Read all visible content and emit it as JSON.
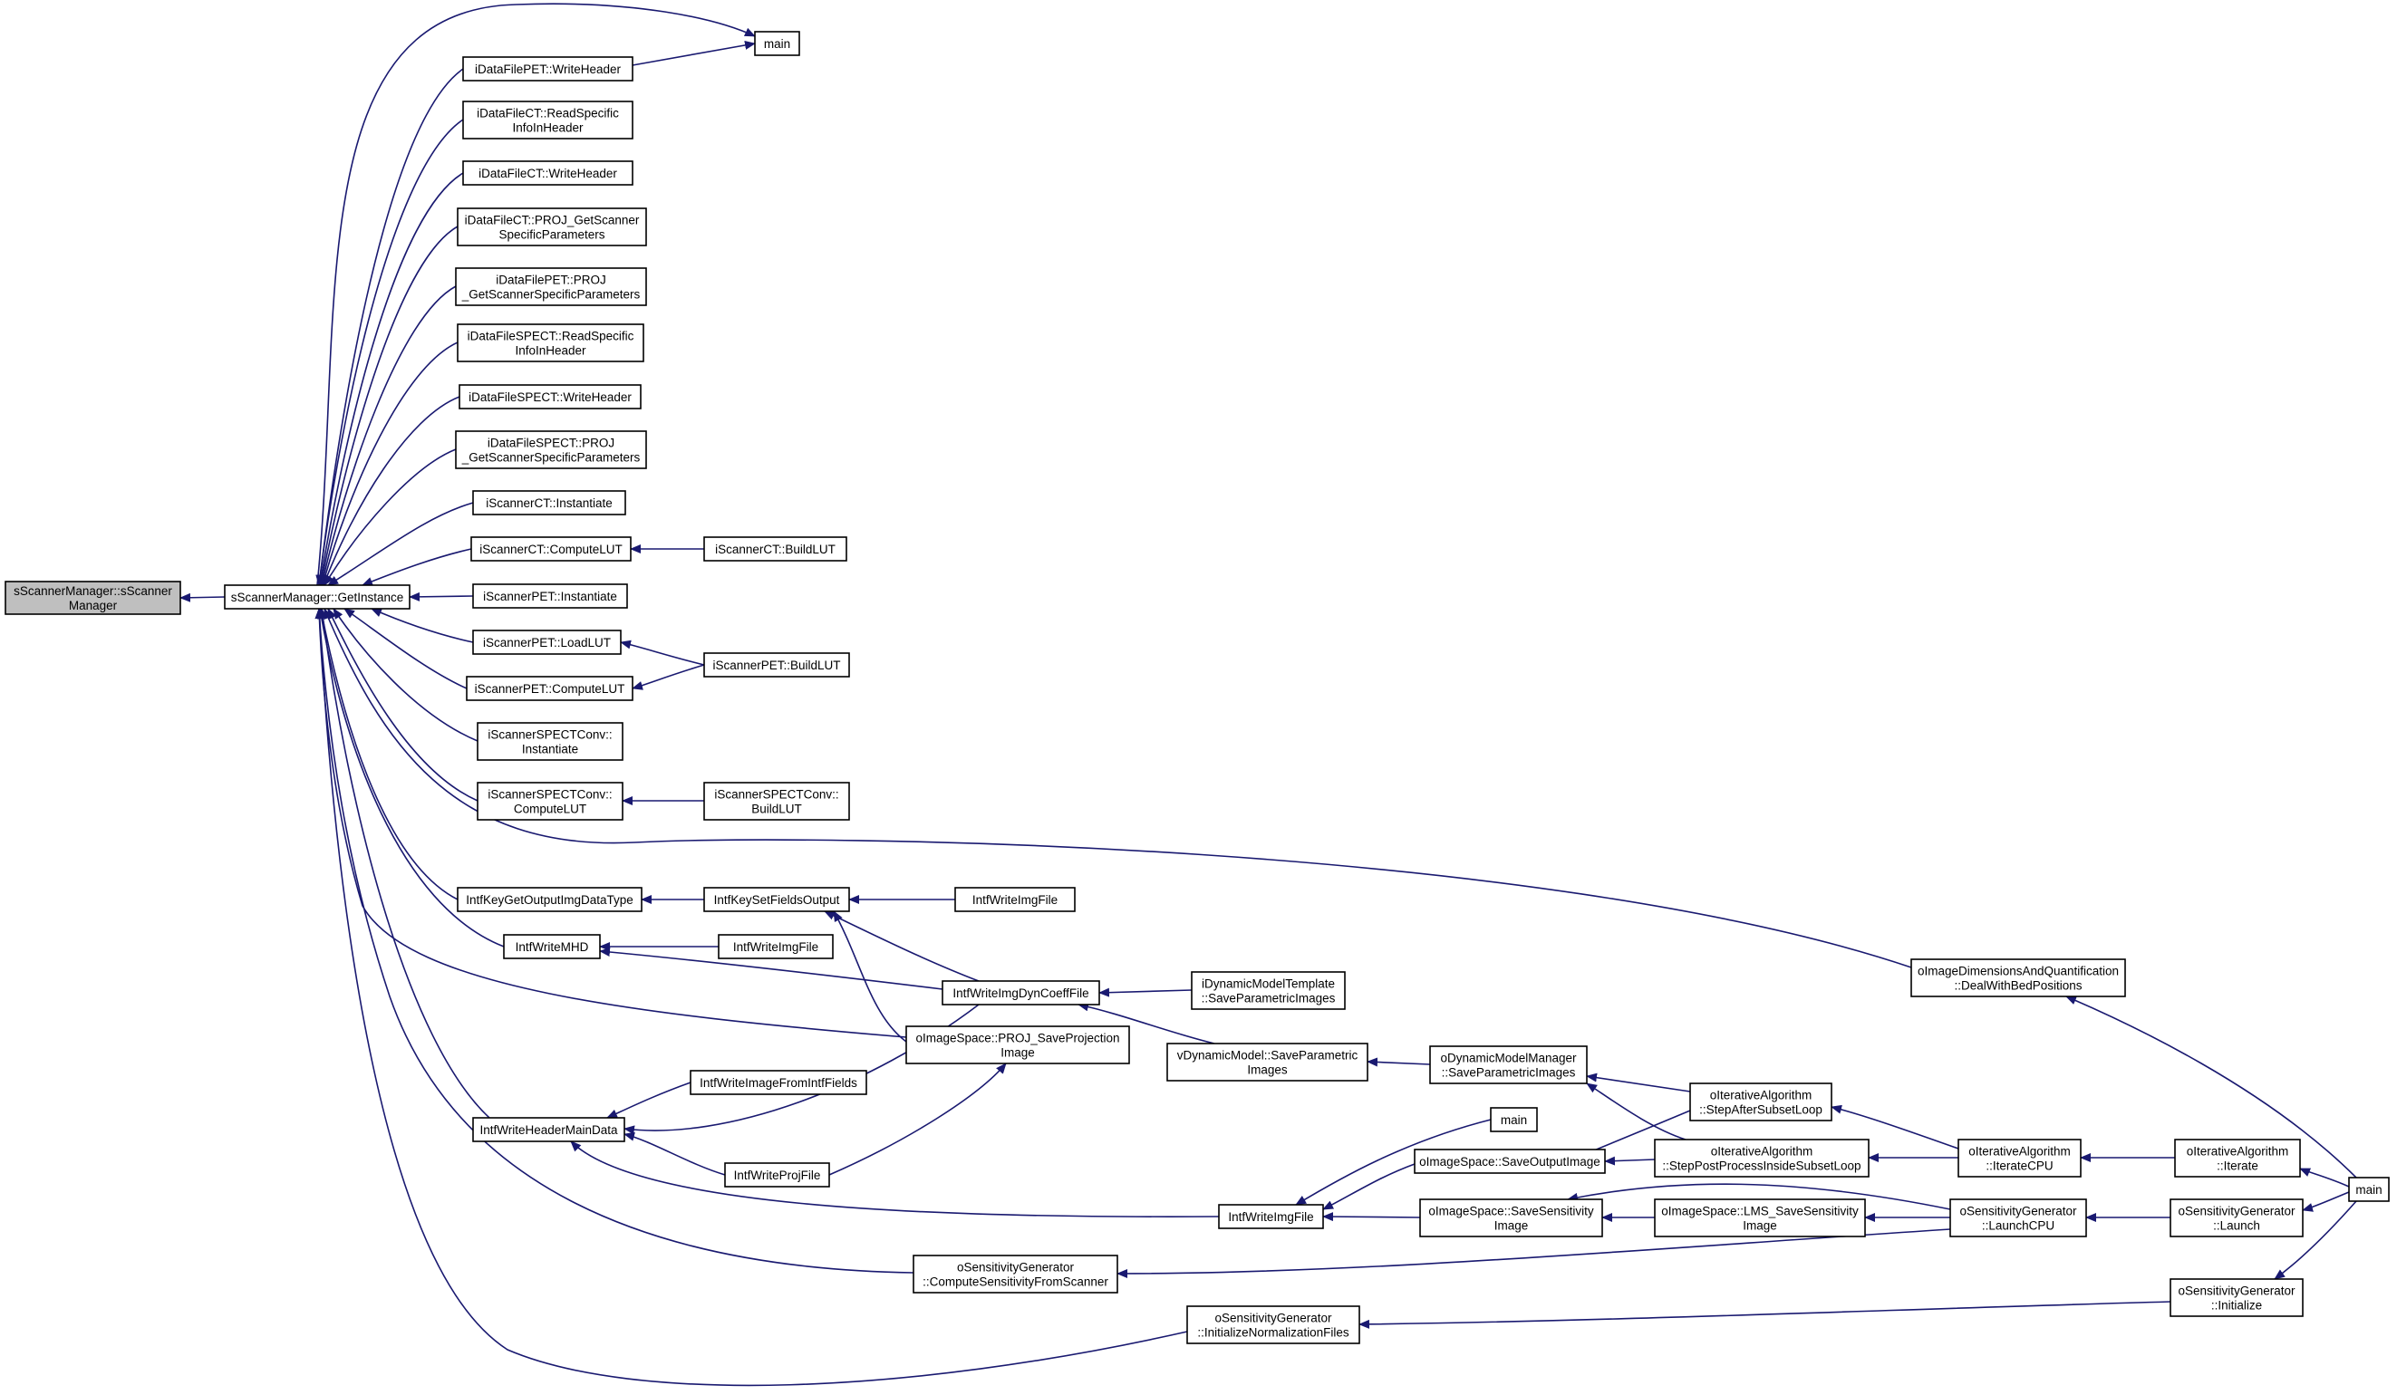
{
  "graph": {
    "root_fill": "#bfbfbf",
    "node_fill": "#ffffff",
    "edge_color": "#191970",
    "nodes": {
      "root": [
        "sScannerManager::sScanner",
        "Manager"
      ],
      "getInstance": [
        "sScannerManager::GetInstance"
      ],
      "main1": [
        "main"
      ],
      "dfPetWriteHeader": [
        "iDataFilePET::WriteHeader"
      ],
      "dfCtReadSpecific": [
        "iDataFileCT::ReadSpecific",
        "InfoInHeader"
      ],
      "dfCtWriteHeader": [
        "iDataFileCT::WriteHeader"
      ],
      "dfCtProj": [
        "iDataFileCT::PROJ_GetScanner",
        "SpecificParameters"
      ],
      "dfPetProj": [
        "iDataFilePET::PROJ",
        "_GetScannerSpecificParameters"
      ],
      "dfSpectReadSpecific": [
        "iDataFileSPECT::ReadSpecific",
        "InfoInHeader"
      ],
      "dfSpectWriteHeader": [
        "iDataFileSPECT::WriteHeader"
      ],
      "dfSpectProj": [
        "iDataFileSPECT::PROJ",
        "_GetScannerSpecificParameters"
      ],
      "ctInstantiate": [
        "iScannerCT::Instantiate"
      ],
      "ctComputeLUT": [
        "iScannerCT::ComputeLUT"
      ],
      "ctBuildLUT": [
        "iScannerCT::BuildLUT"
      ],
      "petInstantiate": [
        "iScannerPET::Instantiate"
      ],
      "petLoadLUT": [
        "iScannerPET::LoadLUT"
      ],
      "petBuildLUT": [
        "iScannerPET::BuildLUT"
      ],
      "petComputeLUT": [
        "iScannerPET::ComputeLUT"
      ],
      "spectInstantiate": [
        "iScannerSPECTConv::",
        "Instantiate"
      ],
      "spectComputeLUT": [
        "iScannerSPECTConv::",
        "ComputeLUT"
      ],
      "spectBuildLUT": [
        "iScannerSPECTConv::",
        "BuildLUT"
      ],
      "keyGetOutput": [
        "IntfKeyGetOutputImgDataType"
      ],
      "keySetFields": [
        "IntfKeySetFieldsOutput"
      ],
      "writeImgFileA": [
        "IntfWriteImgFile"
      ],
      "writeMHD": [
        "IntfWriteMHD"
      ],
      "writeImgFileB": [
        "IntfWriteImgFile"
      ],
      "writeDynCoeff": [
        "IntfWriteImgDynCoeffFile"
      ],
      "dynTemplate": [
        "iDynamicModelTemplate",
        "::SaveParametricImages"
      ],
      "vDynModel": [
        "vDynamicModel::SaveParametric",
        "Images"
      ],
      "dynManager": [
        "oDynamicModelManager",
        "::SaveParametricImages"
      ],
      "saveProjImage": [
        "oImageSpace::PROJ_SaveProjection",
        "Image"
      ],
      "writeFromFields": [
        "IntfWriteImageFromIntfFields"
      ],
      "writeHeaderMain": [
        "IntfWriteHeaderMainData"
      ],
      "writeProjFile": [
        "IntfWriteProjFile"
      ],
      "writeImgFileC": [
        "IntfWriteImgFile"
      ],
      "main2": [
        "main"
      ],
      "saveOutputImage": [
        "oImageSpace::SaveOutputImage"
      ],
      "saveSensImage": [
        "oImageSpace::SaveSensitivity",
        "Image"
      ],
      "lmsSaveSens": [
        "oImageSpace::LMS_SaveSensitivity",
        "Image"
      ],
      "stepAfterSubset": [
        "oIterativeAlgorithm",
        "::StepAfterSubsetLoop"
      ],
      "stepPostProcess": [
        "oIterativeAlgorithm",
        "::StepPostProcessInsideSubsetLoop"
      ],
      "iterateCPU": [
        "oIterativeAlgorithm",
        "::IterateCPU"
      ],
      "iterate": [
        "oIterativeAlgorithm",
        "::Iterate"
      ],
      "launchCPU": [
        "oSensitivityGenerator",
        "::LaunchCPU"
      ],
      "launch": [
        "oSensitivityGenerator",
        "::Launch"
      ],
      "computeSensFromScanner": [
        "oSensitivityGenerator",
        "::ComputeSensitivityFromScanner"
      ],
      "initNormFiles": [
        "oSensitivityGenerator",
        "::InitializeNormalizationFiles"
      ],
      "initialize": [
        "oSensitivityGenerator",
        "::Initialize"
      ],
      "dealWithBed": [
        "oImageDimensionsAndQuantification",
        "::DealWithBedPositions"
      ],
      "main3": [
        "main"
      ]
    }
  }
}
